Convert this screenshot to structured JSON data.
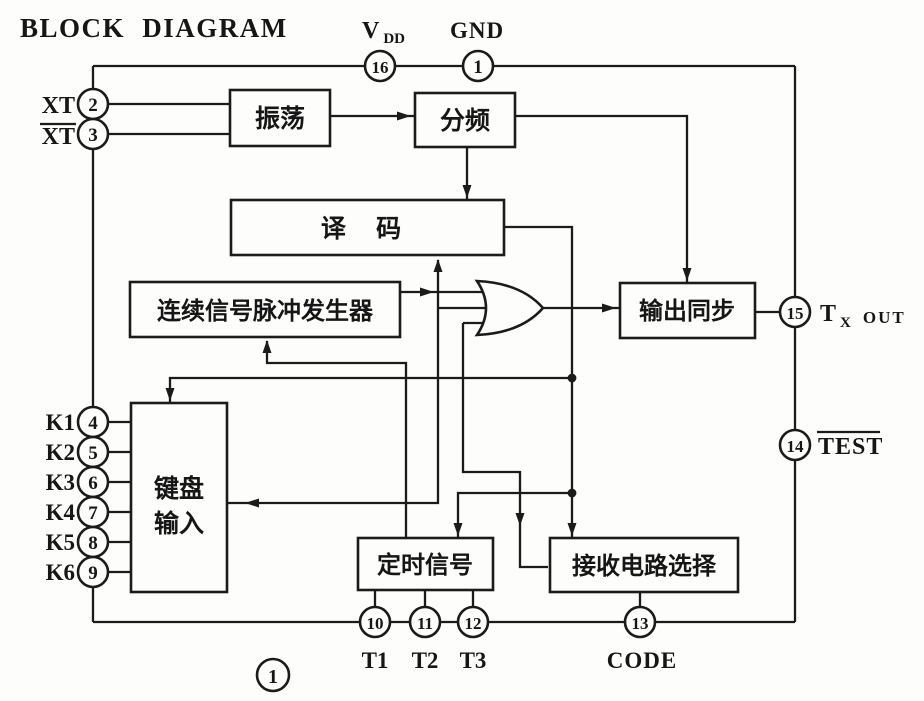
{
  "title": "BLOCK DIAGRAM",
  "figure_number": "1",
  "blocks": {
    "oscillator": "振荡",
    "divider": "分频",
    "decoder": "译 码",
    "pulse_generator": "连续信号脉冲发生器",
    "keyboard_line1": "键盘",
    "keyboard_line2": "输入",
    "timing": "定时信号",
    "receiver_select": "接收电路选择",
    "output_sync": "输出同步"
  },
  "pins": {
    "vdd": {
      "main": "V",
      "sub": "DD",
      "number": "16"
    },
    "gnd": {
      "label": "GND",
      "number": "1"
    },
    "xt": {
      "label": "XT",
      "number": "2"
    },
    "xt_bar": {
      "label": "XT",
      "number": "3"
    },
    "k": [
      {
        "label": "K1",
        "number": "4"
      },
      {
        "label": "K2",
        "number": "5"
      },
      {
        "label": "K3",
        "number": "6"
      },
      {
        "label": "K4",
        "number": "7"
      },
      {
        "label": "K5",
        "number": "8"
      },
      {
        "label": "K6",
        "number": "9"
      }
    ],
    "tx_out": {
      "main": "T",
      "sub": "X",
      "rest": "OUT",
      "number": "15"
    },
    "test": {
      "label": "TEST",
      "number": "14"
    },
    "t": [
      {
        "label": "T1",
        "number": "10"
      },
      {
        "label": "T2",
        "number": "11"
      },
      {
        "label": "T3",
        "number": "12"
      }
    ],
    "code": {
      "label": "CODE",
      "number": "13"
    }
  }
}
